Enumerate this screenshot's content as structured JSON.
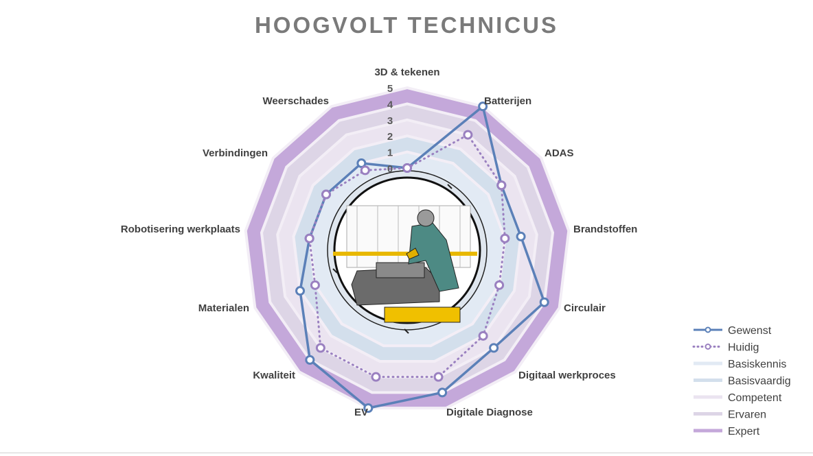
{
  "chart_data": {
    "type": "radar",
    "title": "HOOGVOLT TECHNICUS",
    "categories": [
      "3D & tekenen",
      "Batterijen",
      "ADAS",
      "Brandstoffen",
      "Circulair",
      "Digitaal werkproces",
      "Digitale Diagnose",
      "EV",
      "Kwaliteit",
      "Materialen",
      "Robotisering werkplaats",
      "Verbindingen",
      "Weerschades"
    ],
    "rlim": [
      0,
      5
    ],
    "ticks": [
      "0",
      "1",
      "2",
      "3",
      "4",
      "5"
    ],
    "series": [
      {
        "name": "Gewenst",
        "values": [
          0,
          5,
          2,
          2,
          4,
          3,
          4,
          5,
          4,
          2,
          1,
          1,
          1
        ],
        "color": "#5b80b8",
        "style": "solid"
      },
      {
        "name": "Huidig",
        "values": [
          0,
          3,
          2,
          1,
          1,
          2,
          3,
          3,
          3,
          1,
          1,
          1,
          0.5
        ],
        "color": "#9a80c0",
        "style": "dotted"
      }
    ],
    "bands": [
      {
        "name": "Basiskennis",
        "from": 0,
        "to": 1,
        "color": "#e2eaf4"
      },
      {
        "name": "Basisvaardig",
        "from": 1,
        "to": 2,
        "color": "#d3dfec"
      },
      {
        "name": "Competent",
        "from": 2,
        "to": 3,
        "color": "#ebe4f0"
      },
      {
        "name": "Ervaren",
        "from": 3,
        "to": 4,
        "color": "#ddd5e6"
      },
      {
        "name": "Expert",
        "from": 4,
        "to": 5,
        "color": "#c4a8da"
      }
    ],
    "legend_position": "bottom-right"
  }
}
